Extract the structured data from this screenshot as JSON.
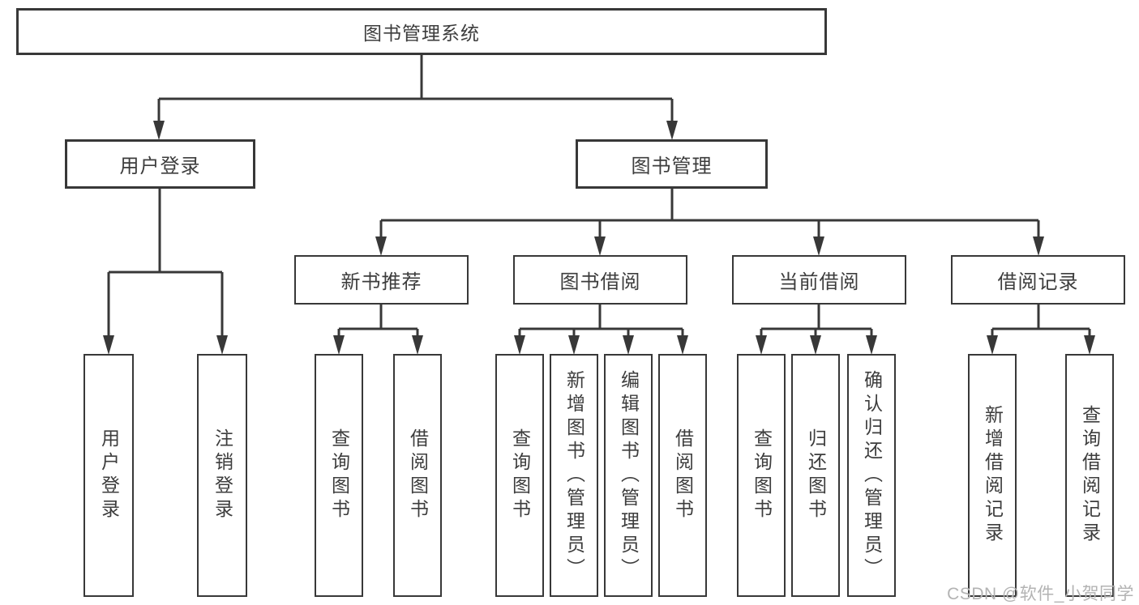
{
  "diagram": {
    "root": {
      "label": "图书管理系统"
    },
    "level2": {
      "user_login": {
        "label": "用户登录"
      },
      "book_management": {
        "label": "图书管理"
      }
    },
    "level3": {
      "new_book_recommend": {
        "label": "新书推荐"
      },
      "book_borrowing": {
        "label": "图书借阅"
      },
      "current_borrowing": {
        "label": "当前借阅"
      },
      "borrowing_records": {
        "label": "借阅记录"
      }
    },
    "leaves": {
      "user_login": {
        "label": "用户登录"
      },
      "logout": {
        "label": "注销登录"
      },
      "query_books_recommend": {
        "label": "查询图书"
      },
      "borrow_books_recommend": {
        "label": "借阅图书"
      },
      "query_books_borrowing": {
        "label": "查询图书"
      },
      "add_book_admin": {
        "label": "新增图书（管理员）"
      },
      "edit_book_admin": {
        "label": "编辑图书（管理员）"
      },
      "borrow_books_borrowing": {
        "label": "借阅图书"
      },
      "query_books_current": {
        "label": "查询图书"
      },
      "return_books": {
        "label": "归还图书"
      },
      "confirm_return_admin": {
        "label": "确认归还（管理员）"
      },
      "add_borrow_record": {
        "label": "新增借阅记录"
      },
      "query_borrow_record": {
        "label": "查询借阅记录"
      }
    }
  },
  "watermark": {
    "text": "CSDN @软件_小贺同学"
  },
  "colors": {
    "line": "#383838",
    "text": "#3d3d3d",
    "background": "#ffffff",
    "watermark": "#b3b3b3"
  }
}
